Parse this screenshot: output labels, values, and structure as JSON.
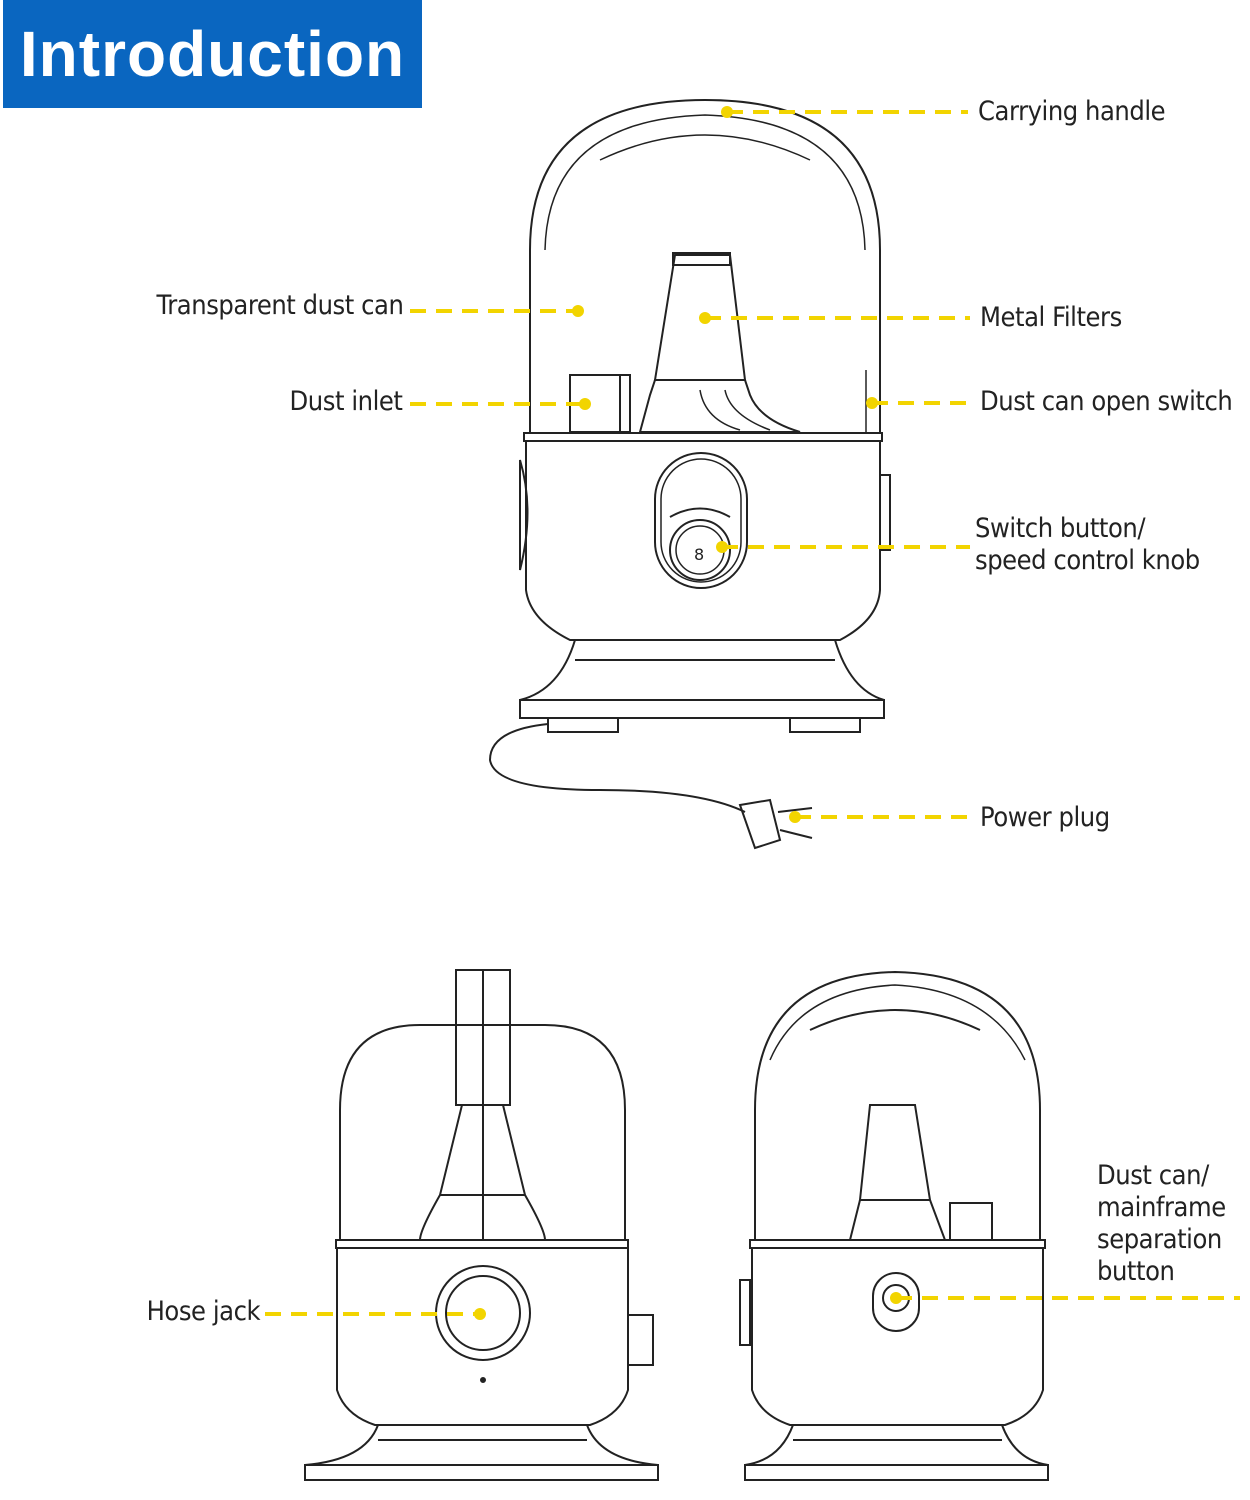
{
  "title": "Introduction",
  "colors": {
    "title_bg": "#0a66c0",
    "leader": "#f2d400",
    "line": "#222222"
  },
  "labels": {
    "carrying_handle": "Carrying handle",
    "transparent_dust_can": "Transparent dust can",
    "metal_filters": "Metal Filters",
    "dust_inlet": "Dust inlet",
    "dust_can_open_switch": "Dust can open switch",
    "switch_button_line1": "Switch button/",
    "switch_button_line2": "speed control knob",
    "power_plug": "Power plug",
    "hose_jack": "Hose jack",
    "separation_line1": "Dust can/",
    "separation_line2": "mainframe",
    "separation_line3": "separation",
    "separation_line4": "button"
  }
}
